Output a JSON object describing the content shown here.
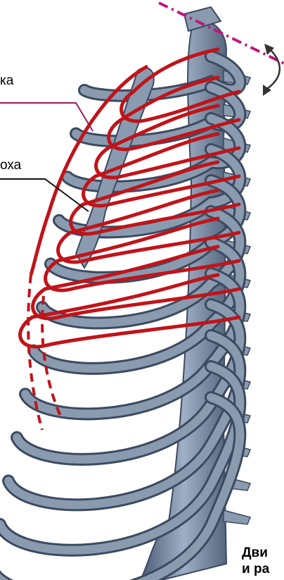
{
  "labels": {
    "upper": "ка",
    "middle": "оха"
  },
  "caption": {
    "line1": "Дви",
    "line2": "и ра"
  },
  "colors": {
    "bone": "#8a9bb0",
    "bone_dark": "#3c4a60",
    "bone_shadow": "#5a6a82",
    "red_outline": "#c0141a",
    "leader_magenta": "#9b1c5a",
    "leader_black": "#111111",
    "axis_dash": "#c0187a",
    "arrow_dark": "#333333"
  },
  "icons": {
    "rotation_arrow": "curved-double-arrow-icon"
  }
}
